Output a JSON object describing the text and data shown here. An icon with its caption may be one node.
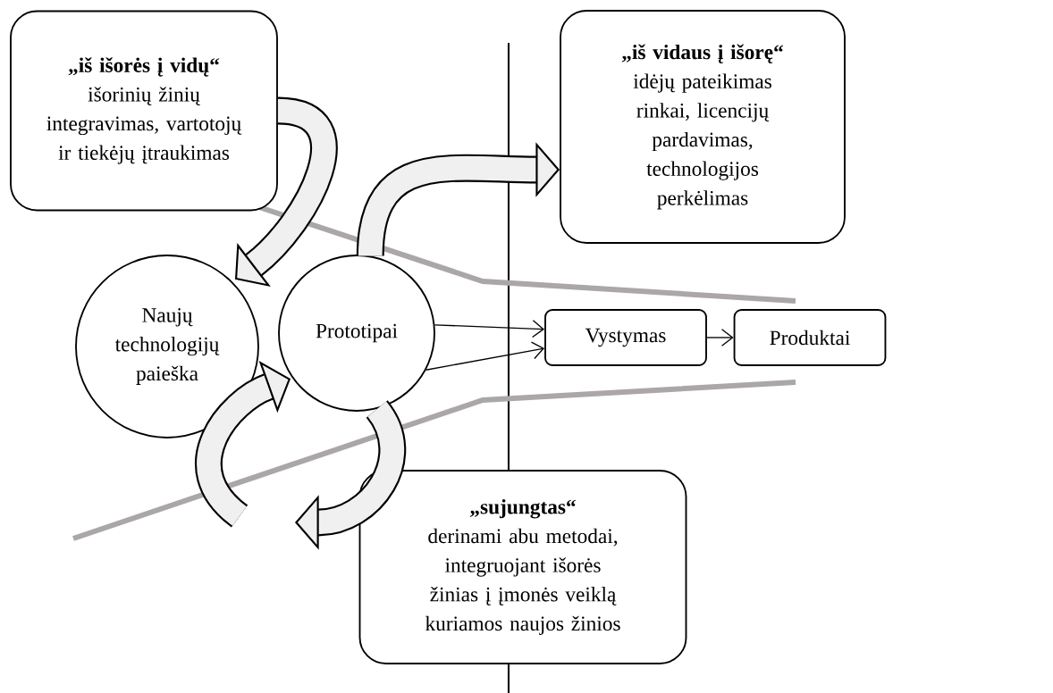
{
  "diagram": {
    "nodes": [
      {
        "text": [
          "„iš išorės į vidų“",
          "išorinių žinių integravimas, vartotojų ir tiekėjų įtraukimas"
        ]
      },
      {
        "text": [
          "„iš vidaus į išorę“",
          "idėjų pateikimas rinkai, licencijų pardavimas, technologijos perkėlimas"
        ]
      },
      {
        "text": [
          "Naujų technologijų paieška"
        ]
      },
      {
        "text": [
          "Prototipai"
        ]
      },
      {
        "text": [
          "Vystymas"
        ]
      },
      {
        "text": [
          "Produktai"
        ]
      },
      {
        "text": [
          "„sujungtas“",
          "derinami abu metodai, integruojant išorės žinias į įmonės veiklą kuriamos naujos žinios"
        ]
      }
    ],
    "edges": [
      {
        "from": 0,
        "to": 2,
        "arrow": "to"
      },
      {
        "from": 3,
        "to": 1,
        "arrow": "to"
      },
      {
        "from": null,
        "to": 3,
        "arrow": "to"
      },
      {
        "from": 3,
        "to": null,
        "arrow": "to"
      },
      {
        "from": 3,
        "to": 4,
        "arrow": "to"
      },
      {
        "from": 3,
        "to": 4,
        "arrow": "to"
      },
      {
        "from": 4,
        "to": 5,
        "arrow": "to"
      }
    ]
  }
}
